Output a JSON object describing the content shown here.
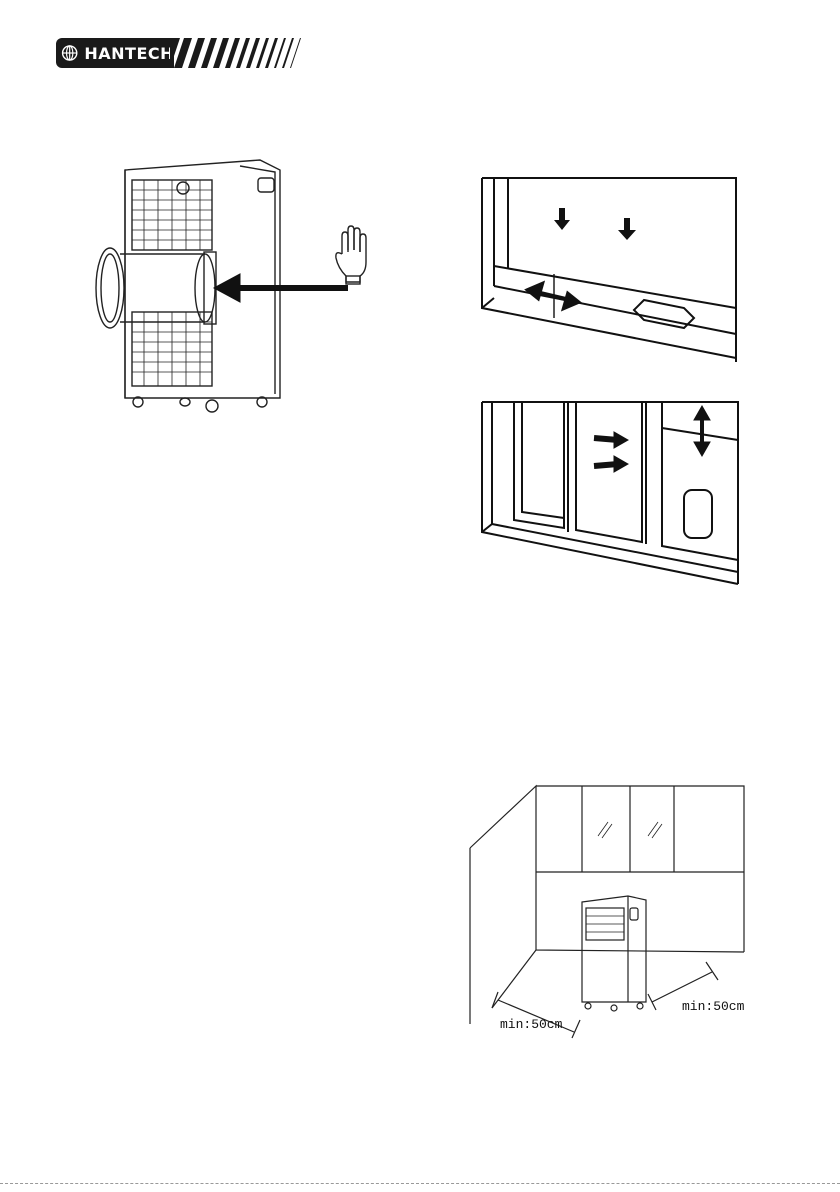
{
  "brand": {
    "name": "HANTECH"
  },
  "figures": {
    "placement": {
      "left_clearance_label": "min:50cm",
      "right_clearance_label": "min:50cm"
    }
  }
}
